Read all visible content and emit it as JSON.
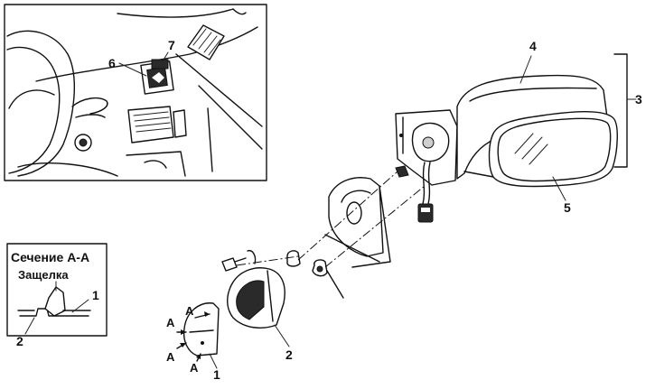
{
  "callouts": {
    "n1": "1",
    "n2": "2",
    "n3": "3",
    "n4": "4",
    "n5": "5",
    "n6": "6",
    "n7": "7",
    "na": "A"
  },
  "section": {
    "title": "Сечение А-А",
    "latch": "Защелка"
  }
}
